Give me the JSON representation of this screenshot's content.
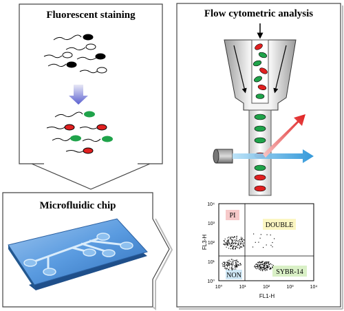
{
  "panels": {
    "staining": {
      "title": "Fluorescent staining"
    },
    "microfluidic": {
      "title": "Microfluidic chip"
    },
    "flow": {
      "title": "Flow cytometric analysis"
    }
  },
  "colors": {
    "stain_green": "#1fa34a",
    "stain_red": "#e02020",
    "black_head": "#000000",
    "chip_blue": "#4a8fd6",
    "laser_blue": "#3aa0e0",
    "scatter_red": "#e04040",
    "arrow_purple": "#6a6fd0"
  },
  "plot": {
    "x_axis_label": "FL1-H",
    "y_axis_label": "FL3-H",
    "x_ticks": [
      "10⁰",
      "10¹",
      "10²",
      "10³",
      "10⁴"
    ],
    "y_ticks": [
      "10⁰",
      "10¹",
      "10²",
      "10³",
      "10⁴"
    ],
    "quadrants": {
      "upper_left": "PI",
      "upper_right": "DOUBLE",
      "lower_left": "NON",
      "lower_right": "SYBR-14"
    },
    "quadrant_colors": {
      "PI": "#f6c9c9",
      "DOUBLE": "#fbf6c2",
      "NON": "#cfe7f5",
      "SYBR-14": "#d9f0c6"
    }
  }
}
